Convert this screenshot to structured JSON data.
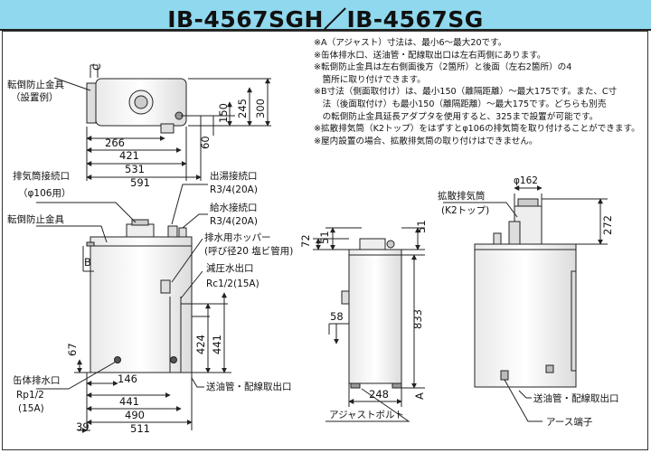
{
  "title": "IB-4567SGH／IB-4567SG",
  "notes": [
    "※A（アジャスト）寸法は、最小6〜最大20です。",
    "※缶体排水口、送油管・配線取出口は左右両側にあります。",
    "※転倒防止金具は左右側面後方（2箇所）と後面（左右2箇所）の4",
    "　箇所に取り付けできます。",
    "※B寸法（側面取付け）は、最小150（離隔距離）〜最大175です。また、C寸",
    "　法（後面取付け）も最小150（離隔距離）〜最大175です。どちらも別売",
    "　の転倒防止金具延長アダプタを使用すると、325まで設置が可能です。",
    "※拡散排気筒（K2トップ）をはずすとφ106の排気筒を取り付けることができます。",
    "※屋内設置の場合、拡散排気筒の取り付けはできません。"
  ],
  "top_view": {
    "labels": {
      "anti_tip_bracket": "転倒防止金具",
      "install_example": "（設置例）",
      "c": "C"
    },
    "dims": {
      "d266": "266",
      "d421": "421",
      "d531": "531",
      "d591": "591",
      "d60": "60",
      "d150": "150",
      "d245": "245",
      "d300": "300"
    }
  },
  "front_view": {
    "labels": {
      "exhaust_port": "排気筒接続口",
      "exhaust_size": "（φ106用）",
      "anti_tip": "転倒防止金具",
      "b": "B",
      "hot_outlet": "出湯接続口",
      "hot_size": "R3/4(20A)",
      "supply_inlet": "給水接続口",
      "supply_size": "R3/4(20A)",
      "drain_hopper": "排水用ホッパー",
      "hopper_spec": "(呼び径20 塩ビ管用)",
      "relief_outlet": "減圧水出口",
      "relief_size": "Rc1/2(15A)",
      "oil_pipe": "送油管・配線取出口",
      "tank_drain": "缶体排水口",
      "tank_drain_size": "Rp1/2",
      "tank_drain_a": "(15A)"
    },
    "dims": {
      "d67": "67",
      "d146": "146",
      "d441": "441",
      "d490": "490",
      "d511": "511",
      "d39": "39",
      "d424": "424",
      "d441v": "441"
    }
  },
  "side_view": {
    "labels": {
      "adjust_bolt": "アジャストボルト",
      "a": "A"
    },
    "dims": {
      "d72": "72",
      "d51": "51",
      "d51b": "51",
      "d58": "58",
      "d248": "248",
      "d833": "833"
    }
  },
  "right_view": {
    "labels": {
      "diffuser": "拡散排気筒",
      "k2_top": "(K2トップ)",
      "phi": "φ162",
      "oil_pipe": "送油管・配線取出口",
      "earth": "アース端子"
    },
    "dims": {
      "d272": "272"
    }
  }
}
